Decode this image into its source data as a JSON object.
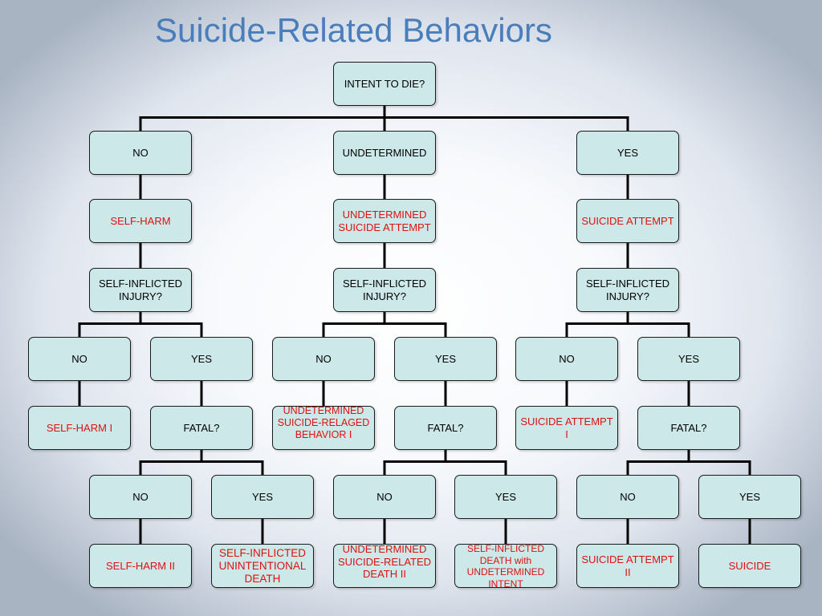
{
  "title": "Suicide-Related Behaviors",
  "colors": {
    "title": "#4a7ebb",
    "box_fill": "#cce8e8",
    "box_border": "#1a1a1a",
    "question_text": "#000000",
    "outcome_text": "#e01010"
  },
  "nodes": [
    {
      "id": "intent",
      "text": "INTENT TO DIE?",
      "kind": "question"
    },
    {
      "id": "intent-no",
      "text": "NO",
      "kind": "question"
    },
    {
      "id": "intent-undetermined",
      "text": "UNDETERMINED",
      "kind": "question"
    },
    {
      "id": "intent-yes",
      "text": "YES",
      "kind": "question"
    },
    {
      "id": "self-harm",
      "text": "SELF-HARM",
      "kind": "outcome"
    },
    {
      "id": "undetermined-suicide-attempt",
      "text": "UNDETERMINED SUICIDE ATTEMPT",
      "kind": "outcome"
    },
    {
      "id": "suicide-attempt",
      "text": "SUICIDE ATTEMPT",
      "kind": "outcome"
    },
    {
      "id": "injury-a",
      "text": "SELF-INFLICTED INJURY?",
      "kind": "question"
    },
    {
      "id": "injury-b",
      "text": "SELF-INFLICTED INJURY?",
      "kind": "question"
    },
    {
      "id": "injury-c",
      "text": "SELF-INFLICTED INJURY?",
      "kind": "question"
    },
    {
      "id": "injury-a-no",
      "text": "NO",
      "kind": "question"
    },
    {
      "id": "injury-a-yes",
      "text": "YES",
      "kind": "question"
    },
    {
      "id": "injury-b-no",
      "text": "NO",
      "kind": "question"
    },
    {
      "id": "injury-b-yes",
      "text": "YES",
      "kind": "question"
    },
    {
      "id": "injury-c-no",
      "text": "NO",
      "kind": "question"
    },
    {
      "id": "injury-c-yes",
      "text": "YES",
      "kind": "question"
    },
    {
      "id": "self-harm-i",
      "text": "SELF-HARM I",
      "kind": "outcome"
    },
    {
      "id": "fatal-a",
      "text": "FATAL?",
      "kind": "question"
    },
    {
      "id": "undetermined-behavior-i",
      "text": "UNDETERMINED SUICIDE-RELAGED BEHAVIOR I",
      "kind": "outcome"
    },
    {
      "id": "fatal-b",
      "text": "FATAL?",
      "kind": "question"
    },
    {
      "id": "suicide-attempt-i",
      "text": "SUICIDE ATTEMPT I",
      "kind": "outcome"
    },
    {
      "id": "fatal-c",
      "text": "FATAL?",
      "kind": "question"
    },
    {
      "id": "fatal-a-no",
      "text": "NO",
      "kind": "question"
    },
    {
      "id": "fatal-a-yes",
      "text": "YES",
      "kind": "question"
    },
    {
      "id": "fatal-b-no",
      "text": "NO",
      "kind": "question"
    },
    {
      "id": "fatal-b-yes",
      "text": "YES",
      "kind": "question"
    },
    {
      "id": "fatal-c-no",
      "text": "NO",
      "kind": "question"
    },
    {
      "id": "fatal-c-yes",
      "text": "YES",
      "kind": "question"
    },
    {
      "id": "self-harm-ii",
      "text": "SELF-HARM II",
      "kind": "outcome"
    },
    {
      "id": "unintentional-death",
      "text": "SELF-INFLICTED UNINTENTIONAL DEATH",
      "kind": "outcome"
    },
    {
      "id": "undetermined-death-ii",
      "text": "UNDETERMINED SUICIDE-RELATED DEATH II",
      "kind": "outcome"
    },
    {
      "id": "death-undetermined-intent",
      "text": "SELF-INFLICTED DEATH with UNDETERMINED INTENT",
      "kind": "outcome"
    },
    {
      "id": "suicide-attempt-ii",
      "text": "SUICIDE ATTEMPT II",
      "kind": "outcome"
    },
    {
      "id": "suicide",
      "text": "SUICIDE",
      "kind": "outcome"
    }
  ],
  "edges": [
    [
      "intent",
      "intent-no"
    ],
    [
      "intent",
      "intent-undetermined"
    ],
    [
      "intent",
      "intent-yes"
    ],
    [
      "intent-no",
      "self-harm"
    ],
    [
      "intent-undetermined",
      "undetermined-suicide-attempt"
    ],
    [
      "intent-yes",
      "suicide-attempt"
    ],
    [
      "self-harm",
      "injury-a"
    ],
    [
      "undetermined-suicide-attempt",
      "injury-b"
    ],
    [
      "suicide-attempt",
      "injury-c"
    ],
    [
      "injury-a",
      "injury-a-no"
    ],
    [
      "injury-a",
      "injury-a-yes"
    ],
    [
      "injury-b",
      "injury-b-no"
    ],
    [
      "injury-b",
      "injury-b-yes"
    ],
    [
      "injury-c",
      "injury-c-no"
    ],
    [
      "injury-c",
      "injury-c-yes"
    ],
    [
      "injury-a-no",
      "self-harm-i"
    ],
    [
      "injury-a-yes",
      "fatal-a"
    ],
    [
      "injury-b-no",
      "undetermined-behavior-i"
    ],
    [
      "injury-b-yes",
      "fatal-b"
    ],
    [
      "injury-c-no",
      "suicide-attempt-i"
    ],
    [
      "injury-c-yes",
      "fatal-c"
    ],
    [
      "fatal-a",
      "fatal-a-no"
    ],
    [
      "fatal-a",
      "fatal-a-yes"
    ],
    [
      "fatal-b",
      "fatal-b-no"
    ],
    [
      "fatal-b",
      "fatal-b-yes"
    ],
    [
      "fatal-c",
      "fatal-c-no"
    ],
    [
      "fatal-c",
      "fatal-c-yes"
    ],
    [
      "fatal-a-no",
      "self-harm-ii"
    ],
    [
      "fatal-a-yes",
      "unintentional-death"
    ],
    [
      "fatal-b-no",
      "undetermined-death-ii"
    ],
    [
      "fatal-b-yes",
      "death-undetermined-intent"
    ],
    [
      "fatal-c-no",
      "suicide-attempt-ii"
    ],
    [
      "fatal-c-yes",
      "suicide"
    ]
  ]
}
